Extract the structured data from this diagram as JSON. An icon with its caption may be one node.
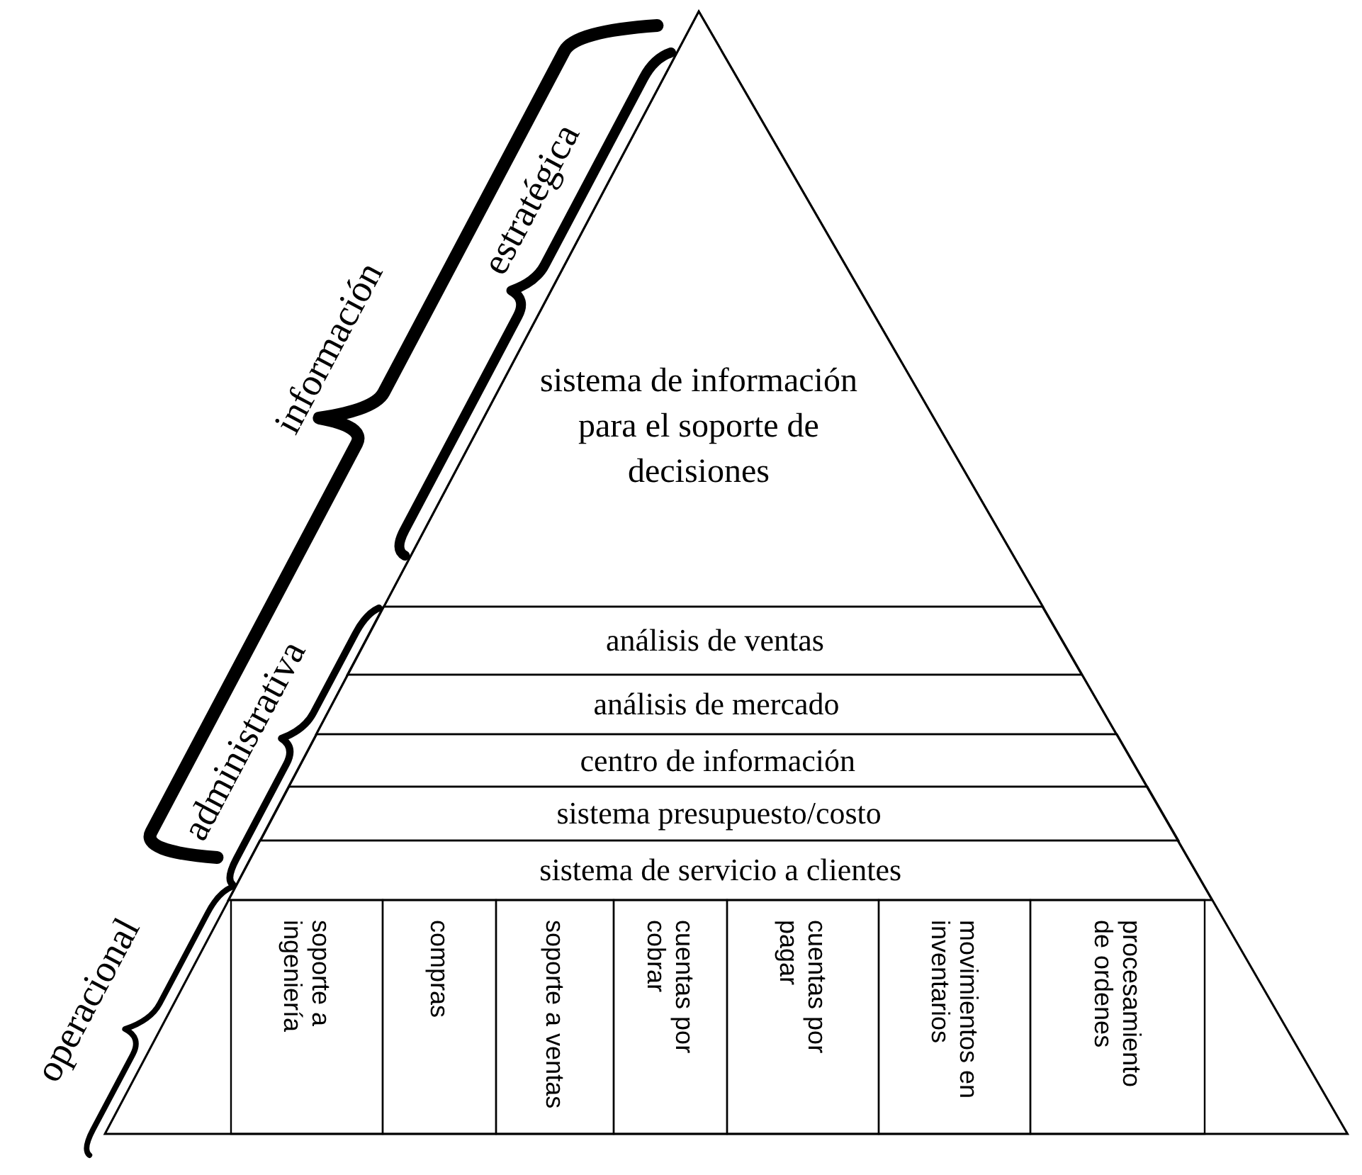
{
  "diagram": {
    "nodes": [
      {
        "text": [
          "sistema de información para el soporte de decisiones"
        ]
      },
      {
        "text": [
          "análisis de ventas"
        ]
      },
      {
        "text": [
          "análisis de mercado"
        ]
      },
      {
        "text": [
          "centro de información"
        ]
      },
      {
        "text": [
          "sistema presupuesto/costo"
        ]
      },
      {
        "text": [
          "sistema de servicio a clientes"
        ]
      },
      {
        "text": [
          "soporte a ingeniería"
        ]
      },
      {
        "text": [
          "compras"
        ]
      },
      {
        "text": [
          "soporte a ventas"
        ]
      },
      {
        "text": [
          "cuentas por cobrar"
        ]
      },
      {
        "text": [
          "cuentas por pagar"
        ]
      },
      {
        "text": [
          "movimientos en inventarios"
        ]
      },
      {
        "text": [
          "procesamiento de ordenes"
        ]
      }
    ],
    "edges": [],
    "labels": [
      "información",
      "estratégica",
      "administrativa",
      "operacional"
    ]
  }
}
